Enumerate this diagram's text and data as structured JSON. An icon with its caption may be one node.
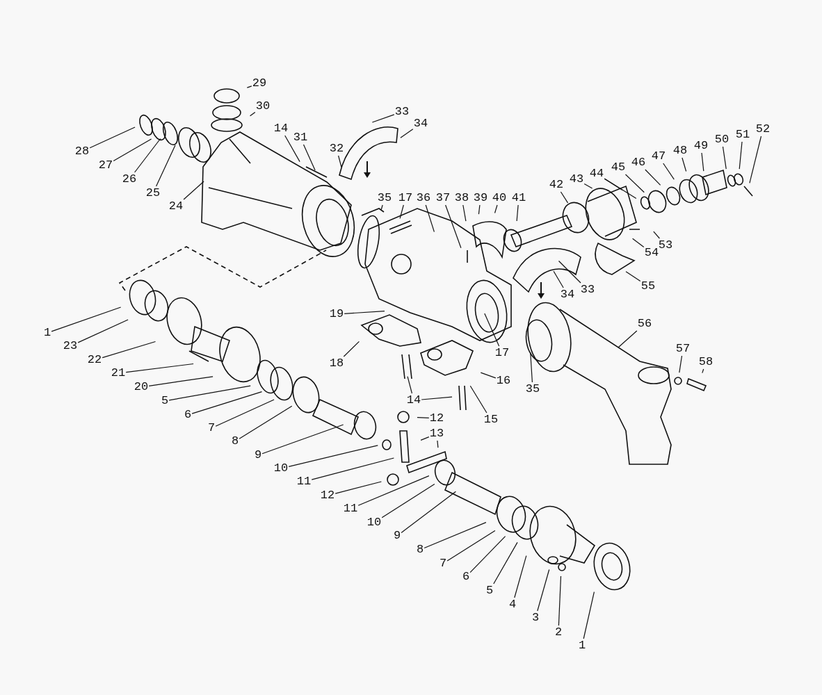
{
  "diagram": {
    "nodes": [
      {
        "text": [
          "28"
        ]
      },
      {
        "text": [
          "27"
        ]
      },
      {
        "text": [
          "26"
        ]
      },
      {
        "text": [
          "25"
        ]
      },
      {
        "text": [
          "24"
        ]
      },
      {
        "text": [
          "29"
        ]
      },
      {
        "text": [
          "30"
        ]
      },
      {
        "text": [
          "14"
        ]
      },
      {
        "text": [
          "31"
        ]
      },
      {
        "text": [
          "32"
        ]
      },
      {
        "text": [
          "33"
        ]
      },
      {
        "text": [
          "34"
        ]
      },
      {
        "text": [
          "35"
        ]
      },
      {
        "text": [
          "17"
        ]
      },
      {
        "text": [
          "36"
        ]
      },
      {
        "text": [
          "37"
        ]
      },
      {
        "text": [
          "38"
        ]
      },
      {
        "text": [
          "39"
        ]
      },
      {
        "text": [
          "40"
        ]
      },
      {
        "text": [
          "41"
        ]
      },
      {
        "text": [
          "42"
        ]
      },
      {
        "text": [
          "43"
        ]
      },
      {
        "text": [
          "44"
        ]
      },
      {
        "text": [
          "45"
        ]
      },
      {
        "text": [
          "46"
        ]
      },
      {
        "text": [
          "47"
        ]
      },
      {
        "text": [
          "48"
        ]
      },
      {
        "text": [
          "49"
        ]
      },
      {
        "text": [
          "50"
        ]
      },
      {
        "text": [
          "51"
        ]
      },
      {
        "text": [
          "52"
        ]
      },
      {
        "text": [
          "53"
        ]
      },
      {
        "text": [
          "54"
        ]
      },
      {
        "text": [
          "55"
        ]
      },
      {
        "text": [
          "33"
        ]
      },
      {
        "text": [
          "34"
        ]
      },
      {
        "text": [
          "56"
        ]
      },
      {
        "text": [
          "57"
        ]
      },
      {
        "text": [
          "58"
        ]
      },
      {
        "text": [
          "19"
        ]
      },
      {
        "text": [
          "18"
        ]
      },
      {
        "text": [
          "17"
        ]
      },
      {
        "text": [
          "16"
        ]
      },
      {
        "text": [
          "35"
        ]
      },
      {
        "text": [
          "15"
        ]
      },
      {
        "text": [
          "14"
        ]
      },
      {
        "text": [
          "12"
        ]
      },
      {
        "text": [
          "13"
        ]
      },
      {
        "text": [
          "1"
        ]
      },
      {
        "text": [
          "23"
        ]
      },
      {
        "text": [
          "22"
        ]
      },
      {
        "text": [
          "21"
        ]
      },
      {
        "text": [
          "20"
        ]
      },
      {
        "text": [
          "5"
        ]
      },
      {
        "text": [
          "6"
        ]
      },
      {
        "text": [
          "7"
        ]
      },
      {
        "text": [
          "8"
        ]
      },
      {
        "text": [
          "9"
        ]
      },
      {
        "text": [
          "10"
        ]
      },
      {
        "text": [
          "11"
        ]
      },
      {
        "text": [
          "12"
        ]
      },
      {
        "text": [
          "11"
        ]
      },
      {
        "text": [
          "10"
        ]
      },
      {
        "text": [
          "9"
        ]
      },
      {
        "text": [
          "8"
        ]
      },
      {
        "text": [
          "7"
        ]
      },
      {
        "text": [
          "6"
        ]
      },
      {
        "text": [
          "5"
        ]
      },
      {
        "text": [
          "4"
        ]
      },
      {
        "text": [
          "3"
        ]
      },
      {
        "text": [
          "2"
        ]
      },
      {
        "text": [
          "1"
        ]
      }
    ],
    "edges": [
      {
        "from": 0,
        "to": null,
        "arrow": "none"
      },
      {
        "from": 1,
        "to": null,
        "arrow": "none"
      },
      {
        "from": 2,
        "to": null,
        "arrow": "none"
      },
      {
        "from": 3,
        "to": null,
        "arrow": "none"
      },
      {
        "from": 4,
        "to": null,
        "arrow": "none"
      },
      {
        "from": 5,
        "to": null,
        "arrow": "none"
      },
      {
        "from": 6,
        "to": null,
        "arrow": "none"
      },
      {
        "from": 7,
        "to": null,
        "arrow": "none"
      },
      {
        "from": 8,
        "to": null,
        "arrow": "none"
      },
      {
        "from": 9,
        "to": null,
        "arrow": "none"
      },
      {
        "from": 10,
        "to": null,
        "arrow": "none"
      },
      {
        "from": 11,
        "to": null,
        "arrow": "none"
      },
      {
        "from": 12,
        "to": null,
        "arrow": "none"
      },
      {
        "from": 13,
        "to": null,
        "arrow": "none"
      },
      {
        "from": 14,
        "to": null,
        "arrow": "none"
      },
      {
        "from": 15,
        "to": null,
        "arrow": "none"
      },
      {
        "from": 16,
        "to": null,
        "arrow": "none"
      },
      {
        "from": 17,
        "to": null,
        "arrow": "none"
      },
      {
        "from": 18,
        "to": null,
        "arrow": "none"
      },
      {
        "from": 19,
        "to": null,
        "arrow": "none"
      },
      {
        "from": 20,
        "to": null,
        "arrow": "none"
      },
      {
        "from": 21,
        "to": null,
        "arrow": "none"
      },
      {
        "from": 22,
        "to": null,
        "arrow": "none"
      },
      {
        "from": 22,
        "to": null,
        "arrow": "none"
      },
      {
        "from": 23,
        "to": null,
        "arrow": "none"
      },
      {
        "from": 24,
        "to": null,
        "arrow": "none"
      },
      {
        "from": 25,
        "to": null,
        "arrow": "none"
      },
      {
        "from": 26,
        "to": null,
        "arrow": "none"
      },
      {
        "from": 27,
        "to": null,
        "arrow": "none"
      },
      {
        "from": 28,
        "to": null,
        "arrow": "none"
      },
      {
        "from": 29,
        "to": null,
        "arrow": "none"
      },
      {
        "from": 30,
        "to": null,
        "arrow": "none"
      },
      {
        "from": 31,
        "to": null,
        "arrow": "none"
      },
      {
        "from": 32,
        "to": null,
        "arrow": "none"
      },
      {
        "from": 33,
        "to": null,
        "arrow": "none"
      },
      {
        "from": 34,
        "to": null,
        "arrow": "none"
      },
      {
        "from": 35,
        "to": null,
        "arrow": "none"
      },
      {
        "from": 36,
        "to": null,
        "arrow": "none"
      },
      {
        "from": 37,
        "to": null,
        "arrow": "none"
      },
      {
        "from": 38,
        "to": null,
        "arrow": "none"
      },
      {
        "from": 39,
        "to": null,
        "arrow": "none"
      },
      {
        "from": 40,
        "to": null,
        "arrow": "none"
      },
      {
        "from": 41,
        "to": null,
        "arrow": "none"
      },
      {
        "from": 42,
        "to": null,
        "arrow": "none"
      },
      {
        "from": 43,
        "to": null,
        "arrow": "none"
      },
      {
        "from": 44,
        "to": null,
        "arrow": "none"
      },
      {
        "from": 45,
        "to": null,
        "arrow": "none"
      },
      {
        "from": 45,
        "to": null,
        "arrow": "none"
      },
      {
        "from": 46,
        "to": null,
        "arrow": "none"
      },
      {
        "from": 47,
        "to": null,
        "arrow": "none"
      },
      {
        "from": 47,
        "to": null,
        "arrow": "none"
      },
      {
        "from": 48,
        "to": null,
        "arrow": "none"
      },
      {
        "from": 49,
        "to": null,
        "arrow": "none"
      },
      {
        "from": 50,
        "to": null,
        "arrow": "none"
      },
      {
        "from": 51,
        "to": null,
        "arrow": "none"
      },
      {
        "from": 52,
        "to": null,
        "arrow": "none"
      },
      {
        "from": 53,
        "to": null,
        "arrow": "none"
      },
      {
        "from": 54,
        "to": null,
        "arrow": "none"
      },
      {
        "from": 55,
        "to": null,
        "arrow": "none"
      },
      {
        "from": 56,
        "to": null,
        "arrow": "none"
      },
      {
        "from": 57,
        "to": null,
        "arrow": "none"
      },
      {
        "from": 58,
        "to": null,
        "arrow": "none"
      },
      {
        "from": 59,
        "to": null,
        "arrow": "none"
      },
      {
        "from": 60,
        "to": null,
        "arrow": "none"
      },
      {
        "from": 61,
        "to": null,
        "arrow": "none"
      },
      {
        "from": 62,
        "to": null,
        "arrow": "none"
      },
      {
        "from": 63,
        "to": null,
        "arrow": "none"
      },
      {
        "from": 64,
        "to": null,
        "arrow": "none"
      },
      {
        "from": 65,
        "to": null,
        "arrow": "none"
      },
      {
        "from": 66,
        "to": null,
        "arrow": "none"
      },
      {
        "from": 67,
        "to": null,
        "arrow": "none"
      },
      {
        "from": 68,
        "to": null,
        "arrow": "none"
      },
      {
        "from": 69,
        "to": null,
        "arrow": "none"
      },
      {
        "from": 70,
        "to": null,
        "arrow": "none"
      },
      {
        "from": 71,
        "to": null,
        "arrow": "none"
      }
    ]
  }
}
